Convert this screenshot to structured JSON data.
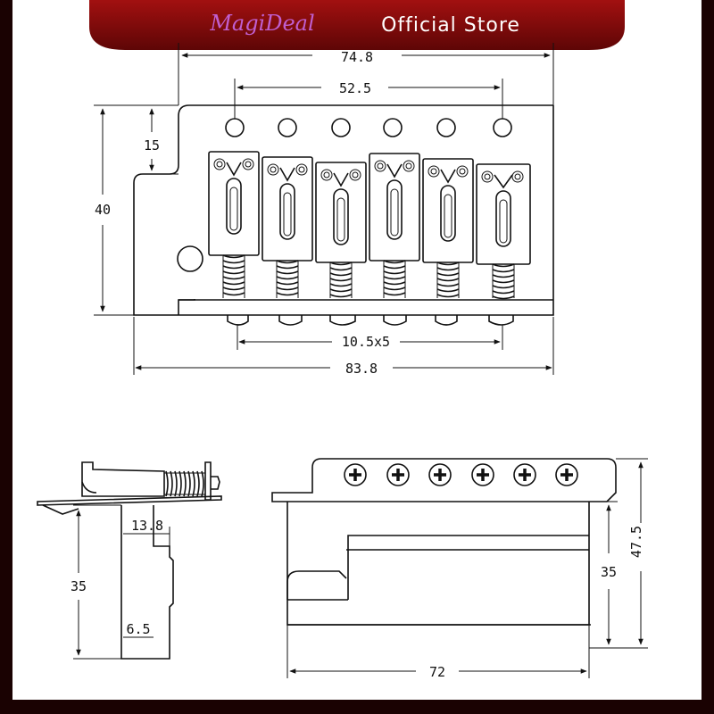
{
  "header": {
    "brand": "MagiDeal",
    "store": "Official Store",
    "brand_color": "#c05fd0",
    "bar_color": "#8b0b0b"
  },
  "top_view": {
    "width_overall": "74.8",
    "hole_span": "52.5",
    "top_offset": "15",
    "height": "40",
    "saddle_spacing": "10.5x5",
    "base_width": "83.8"
  },
  "side_view": {
    "block_width": "13.8",
    "block_height": "35",
    "block_thickness": "6.5"
  },
  "front_view": {
    "block_height": "35",
    "total_height": "47.5",
    "base_length": "72"
  }
}
